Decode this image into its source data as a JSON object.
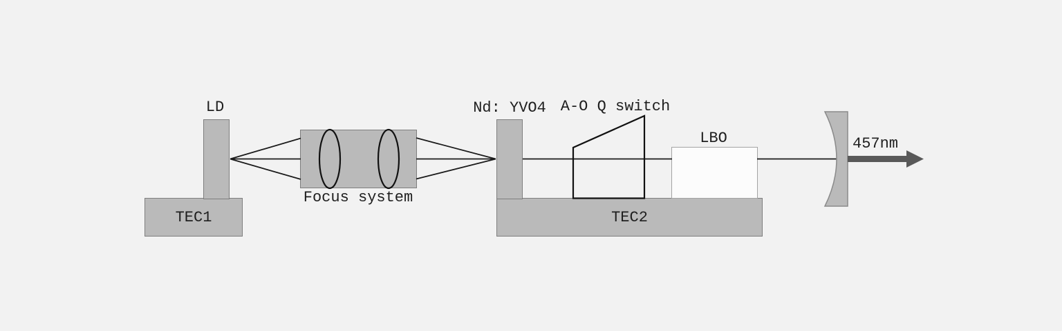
{
  "diagram": {
    "description": "Laser optical layout diagram of a 457nm blue laser",
    "colors": {
      "background": "#f2f2f2",
      "block_fill": "#bababa",
      "block_border": "#7e7e7e",
      "lbo_fill": "#fcfcfc",
      "lbo_border": "#a3a3a3",
      "beam_line": "#1a1a1a",
      "outline": "#1a1a1a",
      "output_arrow": "#595959",
      "text": "#1f1f1f"
    },
    "components": {
      "ld": {
        "label": "LD"
      },
      "tec1": {
        "label": "TEC1"
      },
      "focus_system": {
        "label": "Focus system"
      },
      "nd_yvo4": {
        "label": "Nd: YVO4"
      },
      "q_switch": {
        "label": "A-O Q switch"
      },
      "lbo": {
        "label": "LBO"
      },
      "tec2": {
        "label": "TEC2"
      },
      "output_beam": {
        "label": "457nm"
      }
    }
  }
}
